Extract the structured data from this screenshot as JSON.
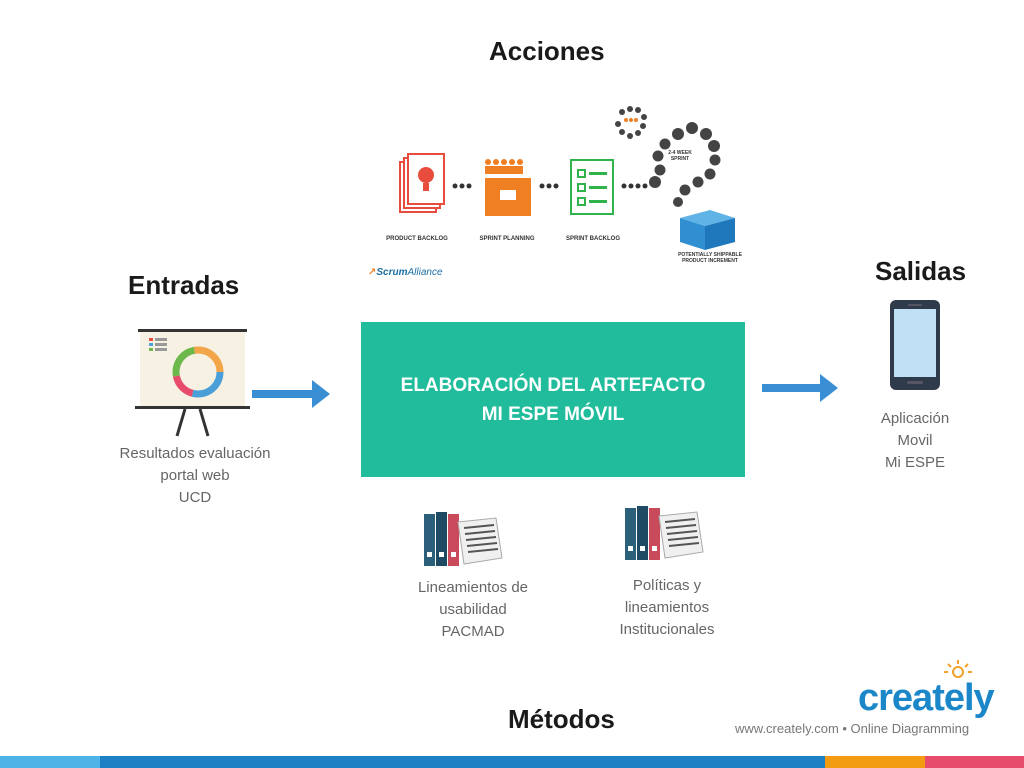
{
  "headings": {
    "acciones": "Acciones",
    "entradas": "Entradas",
    "salidas": "Salidas",
    "metodos": "Métodos"
  },
  "center_box": {
    "line1": "ELABORACIÓN DEL ARTEFACTO",
    "line2": "MI ESPE MÓVIL"
  },
  "entradas_caption": [
    "Resultados evaluación",
    "portal web",
    "UCD"
  ],
  "salidas_caption": [
    "Aplicación",
    "Movil",
    "Mi ESPE"
  ],
  "metodos": [
    {
      "lines": [
        "Lineamientos de",
        "usabilidad",
        "PACMAD"
      ]
    },
    {
      "lines": [
        "Políticas y",
        "lineamientos",
        "Institucionales"
      ]
    }
  ],
  "scrum": {
    "product_backlog": "PRODUCT BACKLOG",
    "sprint_planning": "SPRINT PLANNING",
    "sprint_backlog": "SPRINT BACKLOG",
    "sprint_cycle": "2-4 WEEK SPRINT",
    "increment": "POTENTIALLY SHIPPABLE PRODUCT INCREMENT",
    "brand_scrum": "Scrum",
    "brand_alliance": "Alliance"
  },
  "logo": {
    "name": "creately",
    "tagline": "www.creately.com • Online Diagramming"
  },
  "colors": {
    "teal": "#20bc9c",
    "arrow_blue": "#3a8fd4",
    "bar_light_blue": "#4fb3e8",
    "bar_blue": "#1d7fc4",
    "bar_orange": "#f39c12",
    "bar_pink": "#e84c6c"
  }
}
